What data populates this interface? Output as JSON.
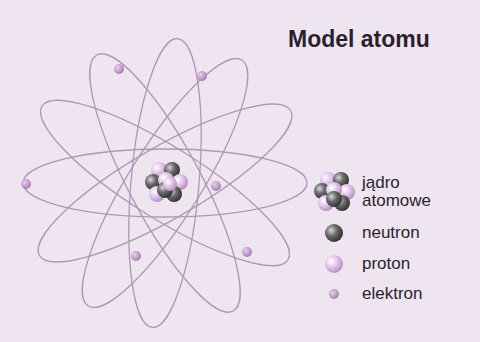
{
  "diagram": {
    "title": "Model atomu",
    "legend": [
      {
        "text": "jądro atomowe"
      },
      {
        "text": "neutron"
      },
      {
        "text": "proton"
      },
      {
        "text": "elektron"
      }
    ]
  }
}
